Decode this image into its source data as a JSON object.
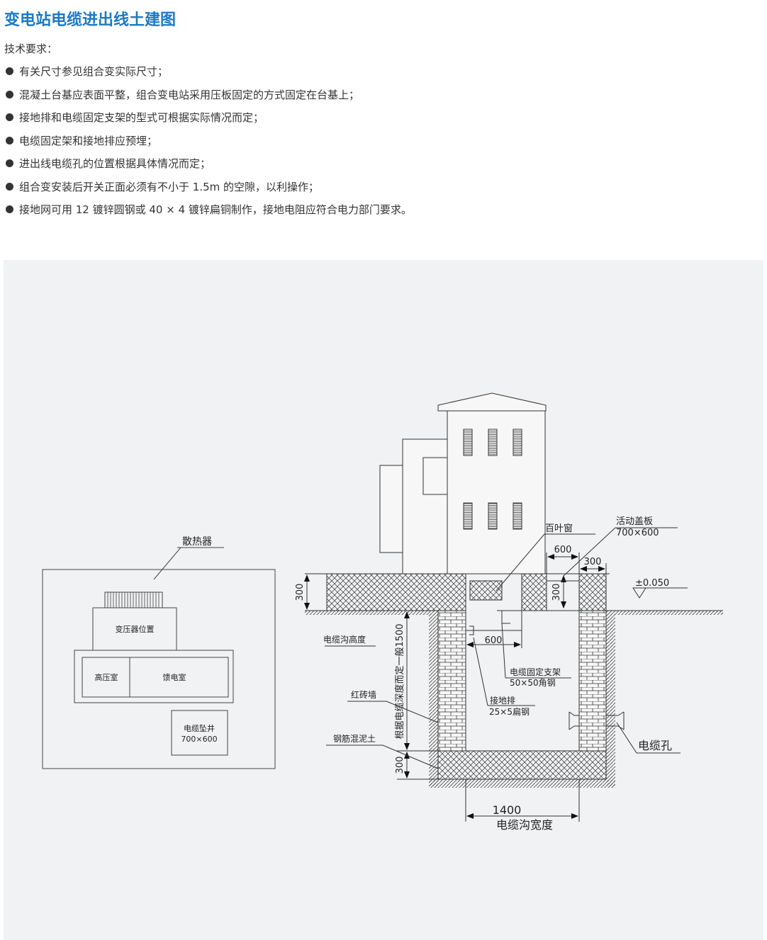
{
  "title": "变电站电缆进出线土建图",
  "requirements_label": "技术要求：",
  "requirements": [
    "有关尺寸参见组合变实际尺寸；",
    "混凝土台基应表面平整，组合变电站采用压板固定的方式固定在台基上；",
    "接地排和电缆固定支架的型式可根据实际情况而定；",
    "电缆固定架和接地排应预埋；",
    "进出线电缆孔的位置根据具体情况而定；",
    "组合变安装后开关正面必须有不小于 1.5m 的空隙，以利操作；",
    "接地网可用 12 镀锌圆钢或 40 × 4 镀锌扁铜制作，接地电阻应符合电力部门要求。"
  ],
  "plan": {
    "radiator": "散热器",
    "transformer": "变压器位置",
    "hv_room": "高压室",
    "feeder_room": "馈电室",
    "shaft": "电缆坠井",
    "shaft_size": "700×600"
  },
  "section": {
    "louver": "百叶窗",
    "cover": "活动盖板",
    "cover_size": "700×600",
    "dim_600_top": "600",
    "dim_300_top": "300",
    "dim_300_cover": "300",
    "dim_300_slab": "300",
    "elevation": "±0.050",
    "trench_height": "电缆沟高度",
    "depth_note": "根据电缆深度而定一般1500",
    "dim_300_bottom": "300",
    "brick_wall": "红砖墙",
    "concrete": "钢筋混泥土",
    "bracket": "电缆固定支架",
    "bracket_size": "50×50角钢",
    "ground_bar": "接地排",
    "ground_bar_size": "25×5扁钢",
    "dim_600_inner": "600",
    "cable_hole": "电缆孔",
    "width_value": "1400",
    "width_label": "电缆沟宽度"
  }
}
